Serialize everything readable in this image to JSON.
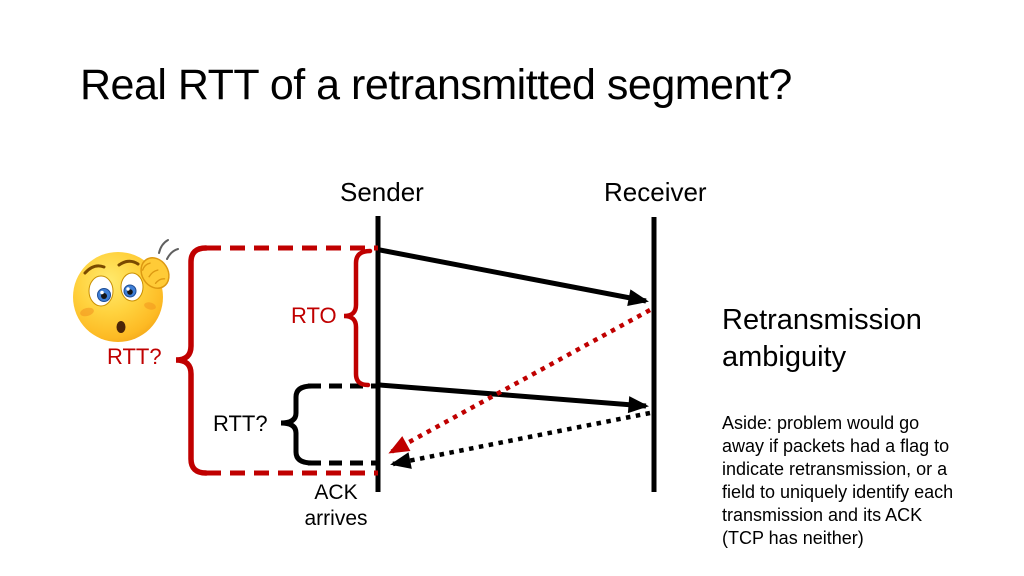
{
  "slide": {
    "title": "Real RTT of a retransmitted segment?"
  },
  "diagram": {
    "sender_label": "Sender",
    "receiver_label": "Receiver",
    "rto_label": "RTO",
    "rtt_outer_label": "RTT?",
    "rtt_inner_label": "RTT?",
    "ack_arrives_label": "ACK\narrives",
    "icons": {
      "confused_emoji": "confused-face-scratching-head-icon"
    },
    "colors": {
      "highlight_red": "#C00000",
      "line_black": "#000000",
      "emoji_yellow": "#FFCB37"
    }
  },
  "annotations": {
    "heading": "Retransmission\nambiguity",
    "aside": "Aside: problem would go\naway if packets had a flag to\nindicate retransmission, or a\nfield to uniquely identify each\ntransmission and its ACK\n(TCP has neither)"
  }
}
